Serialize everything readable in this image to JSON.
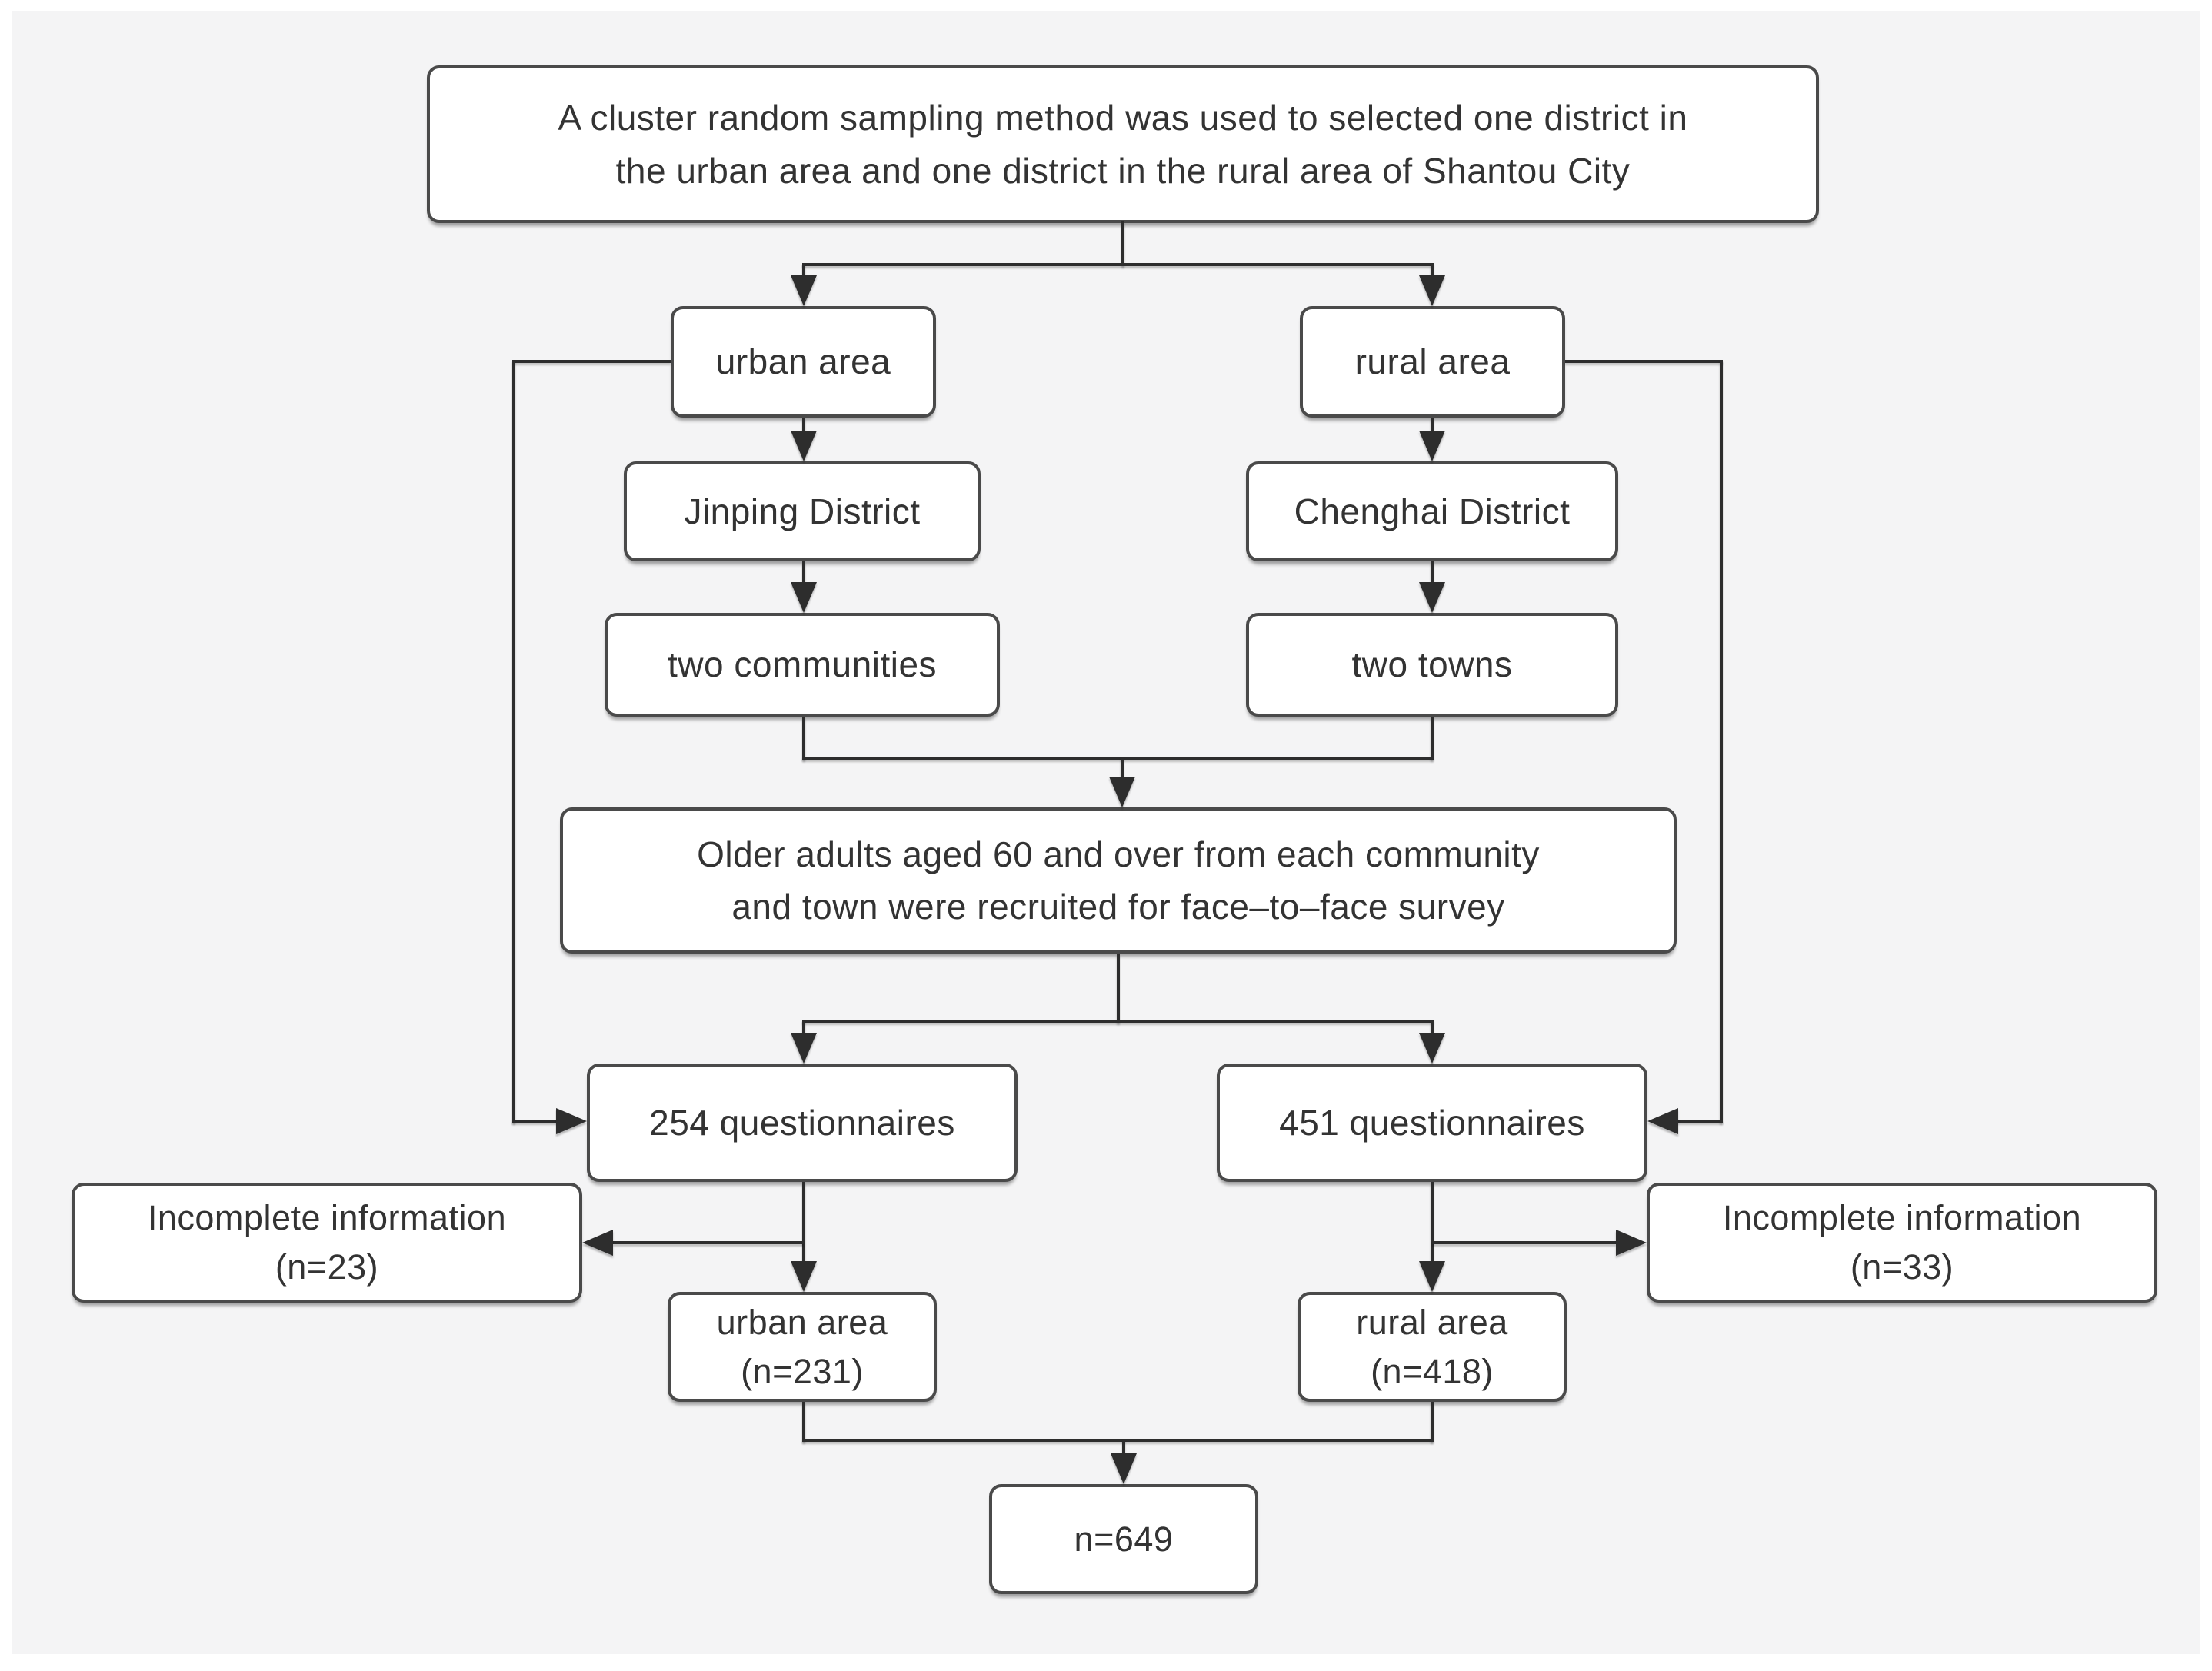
{
  "theme": {
    "background": "#f4f4f5",
    "page": "#ffffff",
    "line_color": "#2d2d2d",
    "box_border": "#4a4a4a",
    "box_fill": "#ffffff",
    "text_color": "#333333"
  },
  "flowchart": {
    "sampling_method": "A cluster random sampling method was used to selected one district in\nthe urban area and one district in the rural area of Shantou City",
    "urban_area": "urban area",
    "rural_area": "rural area",
    "urban_district": "Jinping District",
    "rural_district": "Chenghai District",
    "urban_clusters": "two communities",
    "rural_clusters": "two towns",
    "recruitment": "Older adults aged 60 and over from each community\nand town were recruited for face–to–face survey",
    "urban_questionnaires": "254 questionnaires",
    "rural_questionnaires": "451 questionnaires",
    "urban_excluded": "Incomplete information\n(n=23)",
    "rural_excluded": "Incomplete information\n(n=33)",
    "urban_final": "urban area\n(n=231)",
    "rural_final": "rural area\n(n=418)",
    "total": "n=649"
  }
}
